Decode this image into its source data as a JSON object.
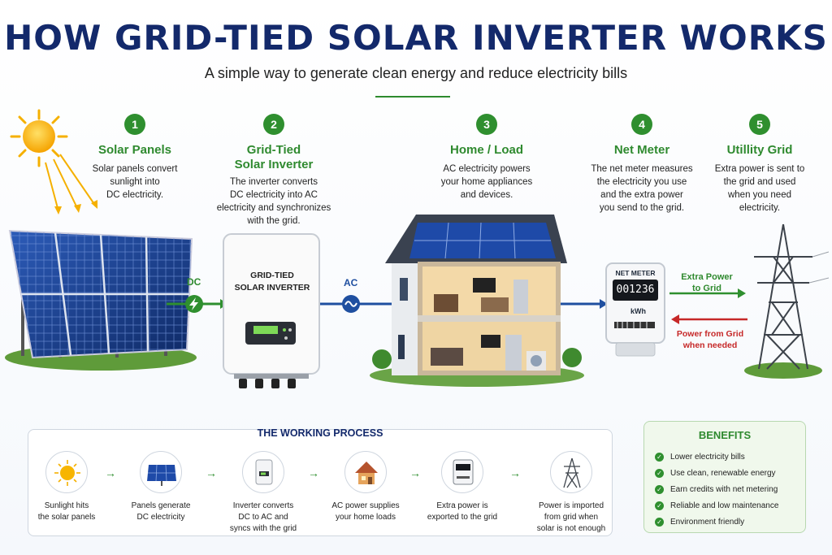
{
  "header": {
    "title": "HOW GRID-TIED SOLAR INVERTER WORKS",
    "subtitle": "A simple way to generate clean energy and reduce electricity bills"
  },
  "steps": [
    {
      "num": "1",
      "title": "Solar Panels",
      "desc": [
        "Solar panels convert",
        "sunlight into",
        "DC electricity."
      ]
    },
    {
      "num": "2",
      "title": "Grid-Tied Solar Inverter",
      "title_lines": [
        "Grid-Tied",
        "Solar Inverter"
      ],
      "desc": [
        "The inverter converts",
        "DC electricity into AC",
        "electricity and synchronizes",
        "with the grid."
      ]
    },
    {
      "num": "3",
      "title": "Home / Load",
      "desc": [
        "AC electricity powers",
        "your home appliances",
        "and devices."
      ]
    },
    {
      "num": "4",
      "title": "Net Meter",
      "desc": [
        "The net meter measures",
        "the electricity you use",
        "and the extra power",
        "you send to the grid."
      ]
    },
    {
      "num": "5",
      "title": "Utillity Grid",
      "desc": [
        "Extra power is sent to",
        "the grid and used",
        "when you need",
        "electricity."
      ]
    }
  ],
  "diagram": {
    "dc_label": "DC",
    "ac_label": "AC",
    "inverter_label": [
      "GRID-TIED",
      "SOLAR INVERTER"
    ],
    "meter_label": "NET METER",
    "meter_reading": "001236",
    "meter_unit": "kWh",
    "export_label": [
      "Extra Power",
      "to Grid"
    ],
    "import_label": [
      "Power from Grid",
      "when needed"
    ]
  },
  "process": {
    "title": "THE WORKING PROCESS",
    "items": [
      {
        "icon": "sun-icon",
        "text": [
          "Sunlight hits",
          "the solar panels"
        ]
      },
      {
        "icon": "solar-panel-icon",
        "text": [
          "Panels generate",
          "DC electricity"
        ]
      },
      {
        "icon": "inverter-icon",
        "text": [
          "Inverter converts",
          "DC to AC and",
          "syncs with the grid"
        ]
      },
      {
        "icon": "house-icon",
        "text": [
          "AC power supplies",
          "your home loads"
        ]
      },
      {
        "icon": "meter-icon",
        "text": [
          "Extra power is",
          "exported to the grid"
        ]
      },
      {
        "icon": "tower-icon",
        "text": [
          "Power is imported",
          "from grid when",
          "solar is not enough"
        ]
      }
    ]
  },
  "benefits": {
    "title": "BENEFITS",
    "items": [
      "Lower electricity bills",
      "Use clean, renewable energy",
      "Earn credits with net metering",
      "Reliable and low maintenance",
      "Environment friendly"
    ]
  },
  "colors": {
    "title": "#13296b",
    "accent_green": "#2f8f2f",
    "ac_line": "#1f4fa0",
    "import_arrow": "#c62828"
  }
}
